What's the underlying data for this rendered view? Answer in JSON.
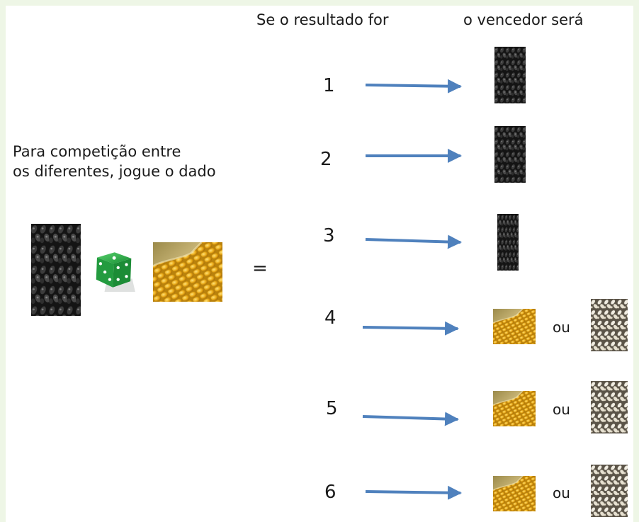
{
  "header": {
    "result_label": "Se o resultado for",
    "winner_label": "o vencedor será"
  },
  "intro": {
    "text": "Para competição entre\nos diferentes, jogue o dado"
  },
  "equation": {
    "left_item": "black-bean-image",
    "operator_icon": "green-die-icon",
    "right_item": "corn-image",
    "equals": "="
  },
  "outcomes": [
    {
      "result": "1",
      "winner": [
        "black-bean-image"
      ]
    },
    {
      "result": "2",
      "winner": [
        "black-bean-image"
      ]
    },
    {
      "result": "3",
      "winner": [
        "black-bean-image"
      ]
    },
    {
      "result": "4",
      "winner": [
        "corn-image",
        "white-bean-image"
      ],
      "separator": "ou"
    },
    {
      "result": "5",
      "winner": [
        "corn-image",
        "white-bean-image"
      ],
      "separator": "ou"
    },
    {
      "result": "6",
      "winner": [
        "corn-image",
        "white-bean-image"
      ],
      "separator": "ou"
    }
  ],
  "colors": {
    "frame_background": "#eef6e6",
    "panel_background": "#ffffff",
    "arrow": "#4f81bd",
    "die_green": "#1f9e3c",
    "black_bean": "#1c1c1c",
    "corn": "#e2a51a",
    "white_bean": "#ece8dc"
  }
}
